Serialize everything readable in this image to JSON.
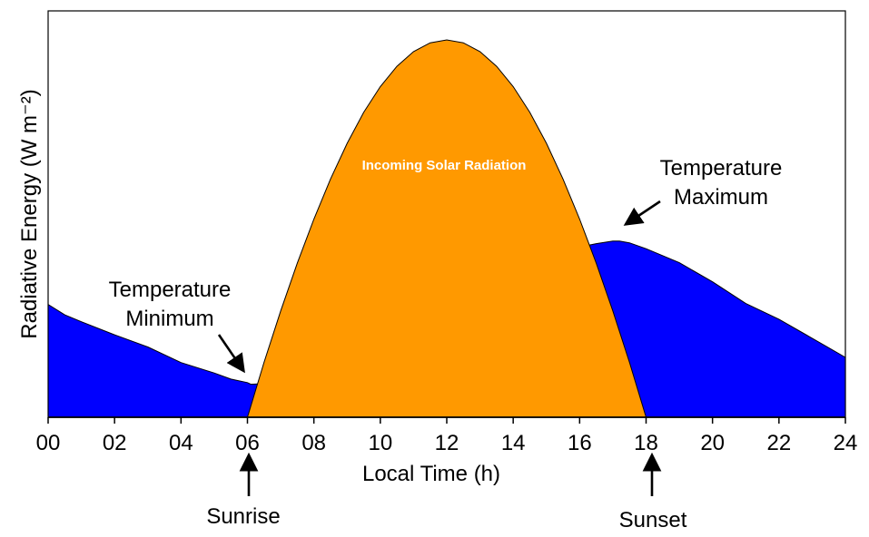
{
  "chart_data": {
    "type": "area",
    "xlabel": "Local Time (h)",
    "ylabel": "Radiative Energy (W m⁻²)",
    "xlim": [
      0,
      24
    ],
    "x_ticks": [
      "00",
      "02",
      "04",
      "06",
      "08",
      "10",
      "12",
      "14",
      "16",
      "18",
      "20",
      "22",
      "24"
    ],
    "y_ticks_shown": false,
    "grid": false,
    "colors": {
      "solar_fill": "#ff9900",
      "deficit_fill": "#0000ff",
      "outline": "#000000"
    },
    "series": [
      {
        "name": "Incoming Solar Radiation",
        "fill": "#ff9900",
        "x": [
          6.0,
          6.5,
          7.0,
          7.5,
          8.0,
          8.5,
          9.0,
          9.5,
          10.0,
          10.5,
          11.0,
          11.5,
          12.0,
          12.5,
          13.0,
          13.5,
          14.0,
          14.5,
          15.0,
          15.5,
          16.0,
          16.5,
          17.0,
          17.5,
          18.0
        ],
        "y": [
          0.0,
          40.6,
          78.5,
          113.8,
          146.3,
          175.9,
          202.2,
          225.1,
          244.1,
          259.1,
          269.9,
          276.4,
          278.6,
          276.4,
          269.9,
          259.1,
          244.1,
          225.1,
          202.2,
          175.9,
          146.3,
          113.8,
          78.5,
          40.6,
          0.0
        ]
      },
      {
        "name": "",
        "fill": "#0000ff",
        "x": [
          0.0,
          0.5,
          1.0,
          2.0,
          3.0,
          4.0,
          5.0,
          5.5,
          6.0,
          6.1,
          6.6,
          7.3,
          8.0,
          8.6,
          9.0,
          10.0,
          10.5,
          11.0,
          12.0,
          13.0,
          14.0,
          15.0,
          16.0,
          16.5,
          17.0,
          17.2,
          17.5,
          18.0,
          19.0,
          20.0,
          21.0,
          22.0,
          23.0,
          24.0
        ],
        "y": [
          83.3,
          75.6,
          70.5,
          60.9,
          51.9,
          40.4,
          32.7,
          28.2,
          25.6,
          24.4,
          25.0,
          25.6,
          29.5,
          34.0,
          41.0,
          57.1,
          67.3,
          75.0,
          86.5,
          97.4,
          108.3,
          117.3,
          125.6,
          128.2,
          130.1,
          130.1,
          128.8,
          124.4,
          114.1,
          100.0,
          84.0,
          72.4,
          58.3,
          44.2
        ]
      }
    ],
    "annotations": [
      {
        "text": "Incoming Solar Radiation",
        "x": 12.0,
        "y": 180
      },
      {
        "text": "Temperature Maximum",
        "line1": "Temperature",
        "line2": "Maximum",
        "x": 17.2,
        "y": 130
      },
      {
        "text": "Temperature Minimum",
        "line1": "Temperature",
        "line2": "Minimum",
        "x": 6.1,
        "y": 25
      },
      {
        "text": "Sunrise",
        "x": 6.0
      },
      {
        "text": "Sunset",
        "x": 18.0
      }
    ]
  }
}
